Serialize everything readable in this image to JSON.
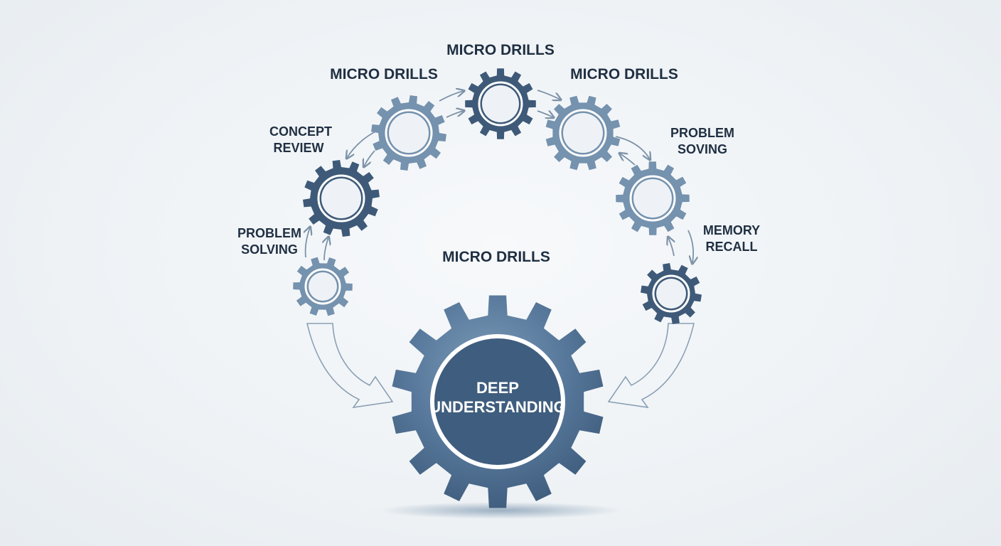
{
  "diagram": {
    "center": {
      "line1": "DEEP",
      "line2": "UNDERSTANDING"
    },
    "gears": [
      {
        "id": "top",
        "line1": "MICRO DRILLS",
        "line2": "",
        "tone": "dark"
      },
      {
        "id": "upper-left",
        "line1": "MICRO DRILLS",
        "line2": "",
        "tone": "light"
      },
      {
        "id": "upper-right",
        "line1": "MICRO DRILLS",
        "line2": "",
        "tone": "light"
      },
      {
        "id": "left-mid",
        "line1": "CONCEPT",
        "line2": "REVIEW",
        "tone": "dark"
      },
      {
        "id": "right-mid",
        "line1": "PROBLEM",
        "line2": "SOVING",
        "tone": "light"
      },
      {
        "id": "left-low",
        "line1": "PROBLEM",
        "line2": "SOLVING",
        "tone": "light"
      },
      {
        "id": "right-low",
        "line1": "MEMORY",
        "line2": "RECALL",
        "tone": "dark"
      }
    ],
    "middle_label": "MICRO DRILLS"
  },
  "colors": {
    "dark_gear": "#3e5a78",
    "light_gear": "#7592ae",
    "center_gear": "#4f7194",
    "label_text": "#1f2f42",
    "arrow": "#7d93a8"
  }
}
